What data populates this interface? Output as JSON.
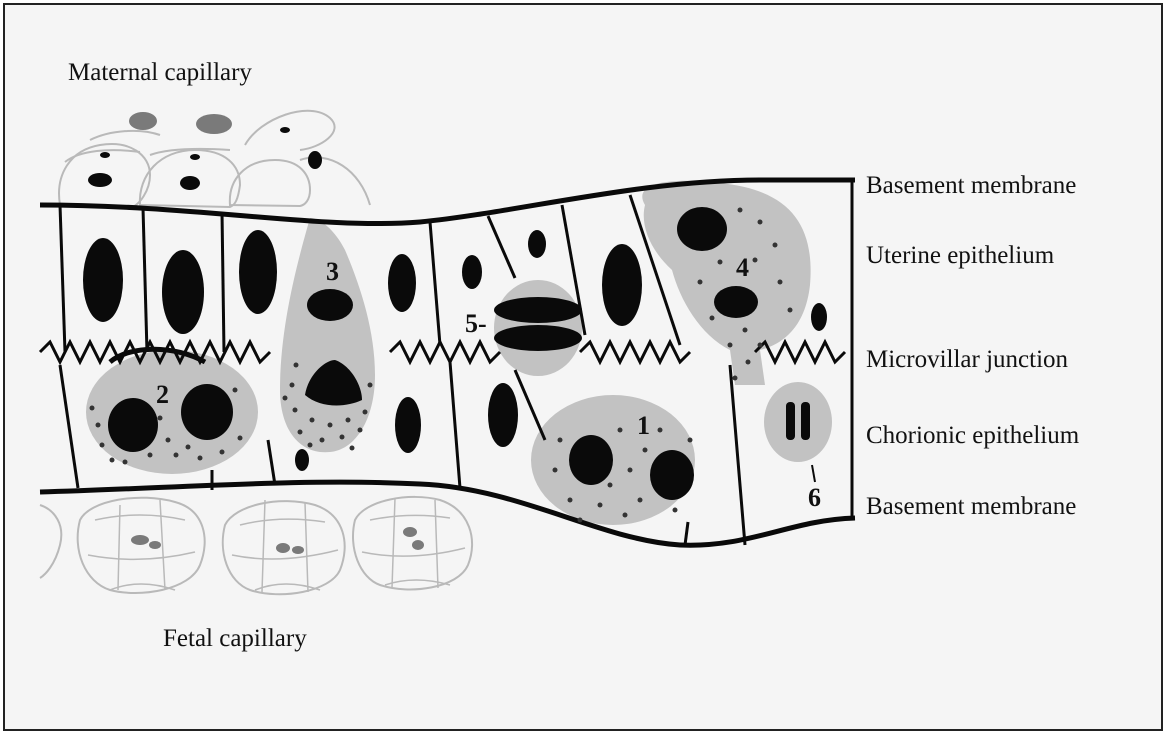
{
  "labels": {
    "maternal_capillary": "Maternal capillary",
    "fetal_capillary": "Fetal capillary",
    "basement_membrane_top": "Basement membrane",
    "uterine_epithelium": "Uterine epithelium",
    "microvillar_junction": "Microvillar junction",
    "chorionic_epithelium": "Chorionic epithelium",
    "basement_membrane_bottom": "Basement membrane"
  },
  "cell_numbers": {
    "n1": "1",
    "n2": "2",
    "n3": "3",
    "n4": "4",
    "n5": "5-",
    "n6": "6"
  },
  "colors": {
    "background": "#f5f5f5",
    "cell_gray": "#c2c2c2",
    "faint_gray": "#b9b9b9",
    "ink": "#0a0a0a"
  }
}
